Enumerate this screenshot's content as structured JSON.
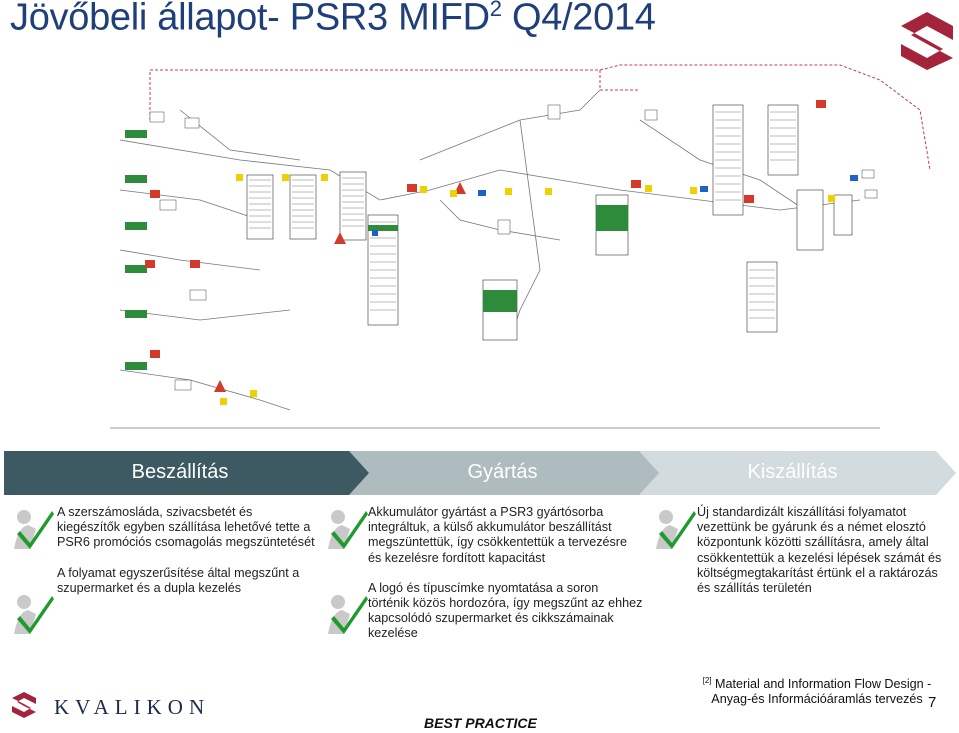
{
  "header": {
    "title_main": "Jövőbeli állapot- PSR3 MIFD",
    "title_sup": "2",
    "title_tail": " Q4/2014"
  },
  "colors": {
    "title": "#1f3f7a",
    "chevron_1": "#3d5a63",
    "chevron_2": "#aebcc0",
    "chevron_3": "#d2dbde",
    "brand": "#a3243b",
    "diagram_green": "#2e8b3c",
    "diagram_red": "#d23a2a",
    "diagram_yellow": "#f0d000",
    "diagram_blue": "#1c63c4"
  },
  "phases": [
    {
      "label": "Beszállítás"
    },
    {
      "label": "Gyártás"
    },
    {
      "label": "Kiszállítás"
    }
  ],
  "columns": [
    {
      "paragraphs": [
        "A szerszámosláda, szivacsbetét és kiegészítők egyben szállítása lehetővé tette a PSR6 promóciós csomagolás megszüntetését",
        "A folyamat egyszerűsítése által megszűnt a szupermarket és a dupla kezelés"
      ]
    },
    {
      "paragraphs": [
        "Akkumulátor gyártást a PSR3 gyártósorba integráltuk, a külső akkumulátor beszállítást megszüntettük, így csökkentettük a tervezésre és kezelésre fordított kapacitást",
        "A logó és típuscímke nyomtatása a soron történik közös hordozóra, így megszűnt az ehhez kapcsolódó szupermarket és cikkszámainak kezelése"
      ]
    },
    {
      "paragraphs": [
        "Új standardizált kiszállítási folyamatot vezettünk be  gyárunk és a német elosztó központunk közötti szállításra, amely által csökkentettük a kezelési lépések számát és költségmegtakarítást értünk el a raktározás és szállítás területén"
      ]
    }
  ],
  "footer": {
    "logo_text": "KVALIKON",
    "best_practice": "BEST PRACTICE",
    "ref_mark": "[2]",
    "ref_line1": " Material and Information  Flow Design -",
    "ref_line2": "Anyag-és Információáramlás tervezés",
    "page_number": "7"
  }
}
